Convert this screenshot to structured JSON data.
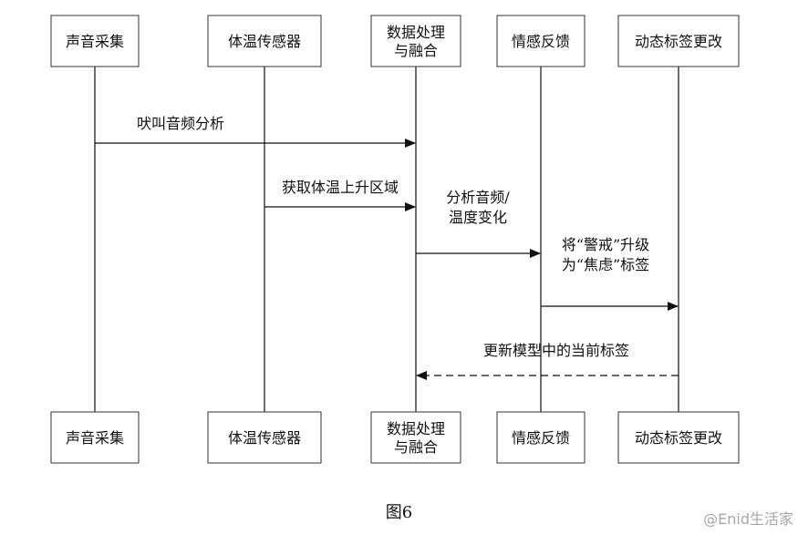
{
  "participants": [
    {
      "label": "声音采集"
    },
    {
      "label": "体温传感器"
    },
    {
      "label": "数据处理\n与融合"
    },
    {
      "label": "情感反馈"
    },
    {
      "label": "动态标签更改"
    }
  ],
  "messages": [
    {
      "from": 0,
      "to": 2,
      "label": "吠叫音频分析",
      "style": "solid"
    },
    {
      "from": 1,
      "to": 2,
      "label": "获取体温上升区域",
      "style": "solid"
    },
    {
      "from": 2,
      "to": 3,
      "label": "分析音频/\n温度变化",
      "style": "solid"
    },
    {
      "from": 3,
      "to": 4,
      "label": "将“警戒”升级\n为“焦虑”标签",
      "style": "solid"
    },
    {
      "from": 4,
      "to": 2,
      "label": "更新模型中的当前标签",
      "style": "dashed"
    }
  ],
  "caption": "图6",
  "watermark": "@Enid生活家",
  "colors": {
    "line": "#111111",
    "box_border": "#333333",
    "text": "#111111"
  }
}
